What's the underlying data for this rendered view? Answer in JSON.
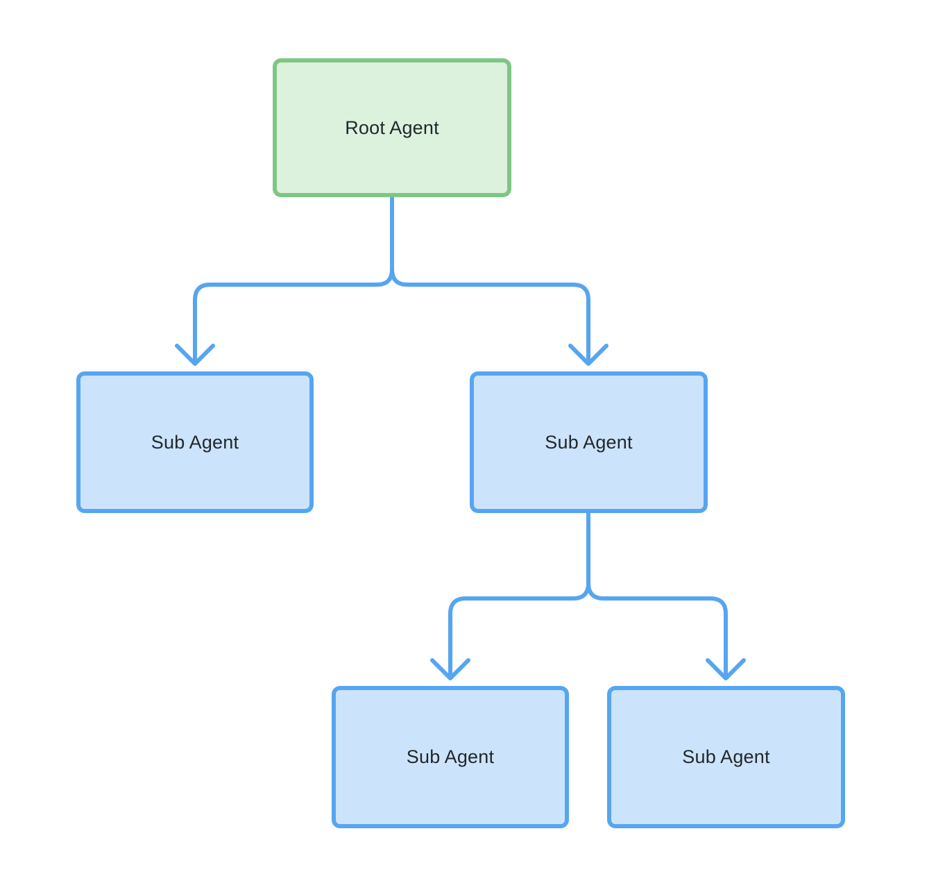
{
  "diagram": {
    "type": "tree-flowchart",
    "nodes": [
      {
        "id": "root",
        "label": "Root Agent",
        "variant": "green",
        "level": 0
      },
      {
        "id": "sub-left",
        "label": "Sub Agent",
        "variant": "blue",
        "level": 1
      },
      {
        "id": "sub-right",
        "label": "Sub Agent",
        "variant": "blue",
        "level": 1
      },
      {
        "id": "sub-bottom-left",
        "label": "Sub Agent",
        "variant": "blue",
        "level": 2
      },
      {
        "id": "sub-bottom-right",
        "label": "Sub Agent",
        "variant": "blue",
        "level": 2
      }
    ],
    "edges": [
      {
        "from": "root",
        "to": "sub-left",
        "arrow": "down"
      },
      {
        "from": "root",
        "to": "sub-right",
        "arrow": "down"
      },
      {
        "from": "sub-right",
        "to": "sub-bottom-left",
        "arrow": "down"
      },
      {
        "from": "sub-right",
        "to": "sub-bottom-right",
        "arrow": "down"
      }
    ],
    "colors": {
      "background": "#ffffff",
      "connector": "#56a5f1",
      "green_node_border": "#7fc683",
      "green_node_fill": "#dcf2dd",
      "blue_node_border": "#56a5f1",
      "blue_node_fill": "#cce4fb",
      "text": "#22272c"
    }
  }
}
